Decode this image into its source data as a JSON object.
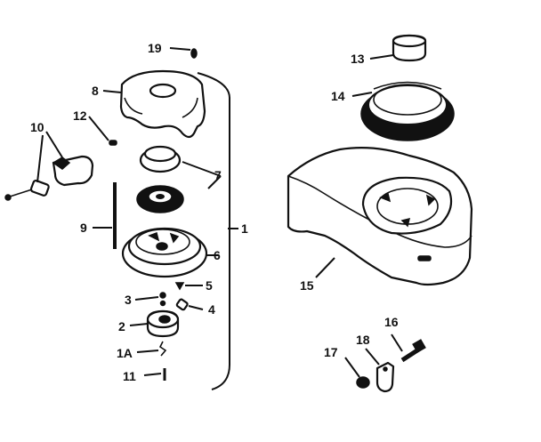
{
  "labels": {
    "l1": "1",
    "l1A": "1A",
    "l2": "2",
    "l3": "3",
    "l4": "4",
    "l5": "5",
    "l6": "6",
    "l7": "7",
    "l8": "8",
    "l9": "9",
    "l10": "10",
    "l11": "11",
    "l12": "12",
    "l13": "13",
    "l14": "14",
    "l15": "15",
    "l16": "16",
    "l17": "17",
    "l18": "18",
    "l19": "19"
  }
}
